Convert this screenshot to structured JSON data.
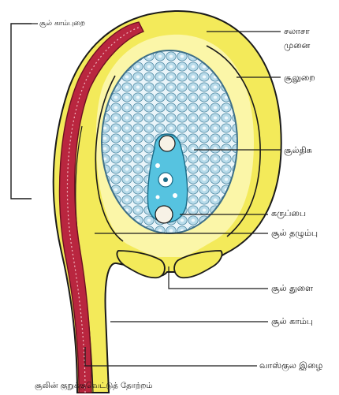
{
  "figure": {
    "labels": {
      "funicle_top": "சூல் காம்புறை",
      "chalaza": [
        "சலாசா",
        "முனை"
      ],
      "integument": "சூலுறை",
      "nucellus": "சூல்திசு",
      "embryo_sac": "கருப்பை",
      "integuments_outer": "சூல் தழும்பு",
      "micropyle": "சூல் துளை",
      "funicle": "சூல் காம்பு",
      "vascular_bundle": "வாஸ்குல இழை"
    },
    "caption": "சூலின் குறுக்குவெட்டுத் தோற்றம்",
    "colors": {
      "outer_integument": "#f3ea5a",
      "inner_band": "#fbf6a8",
      "nucellus_cells": "#c7e3ee",
      "nucellus_outline": "#5b8fa8",
      "embryo_sac": "#56c3e0",
      "vascular": "#b9263f",
      "outline": "#1a1a1a"
    }
  }
}
